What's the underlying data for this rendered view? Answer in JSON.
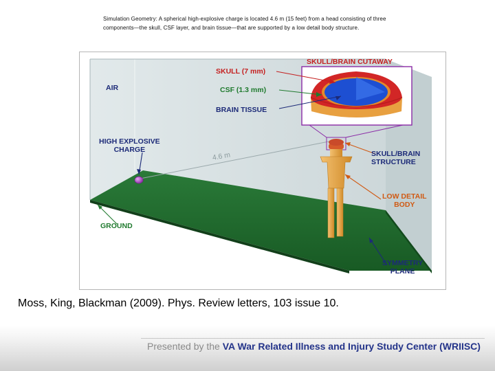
{
  "caption": "Simulation Geometry: A spherical high-explosive charge is located 4.6 m (15 feet) from a head consisting of three components—the skull, CSF layer, and brain tissue—that are supported by a low detail body structure.",
  "figure": {
    "labels": {
      "air": "AIR",
      "skull": "SKULL (7 mm)",
      "csf": "CSF (1.3 mm)",
      "brain_tissue": "BRAIN TISSUE",
      "cutaway": "SKULL/BRAIN CUTAWAY",
      "high_explosive": "HIGH EXPLOSIVE\nCHARGE",
      "distance": "4.6 m",
      "skull_brain_structure": "SKULL/BRAIN\nSTRUCTURE",
      "low_detail_body": "LOW DETAIL\nBODY",
      "ground": "GROUND",
      "symmetry_plane": "SYMMETRY\nPLANE"
    },
    "colors": {
      "air_box": "#c9d5d8",
      "ground": "#1f6b2d",
      "skull": "#cf2424",
      "csf": "#f0a020",
      "brain": "#1a4fd0",
      "body": "#e8a83c",
      "charge": "#b44ad0",
      "label_navy": "#1c2a78",
      "label_red": "#c41f1f",
      "label_green": "#1f7a2e",
      "label_orange": "#d05a14"
    }
  },
  "citation": "Moss, King, Blackman (2009). Phys. Review letters, 103 issue 10.",
  "footer": {
    "prefix": "Presented by the ",
    "organization": "VA War Related Illness and Injury Study Center (WRIISC)"
  }
}
